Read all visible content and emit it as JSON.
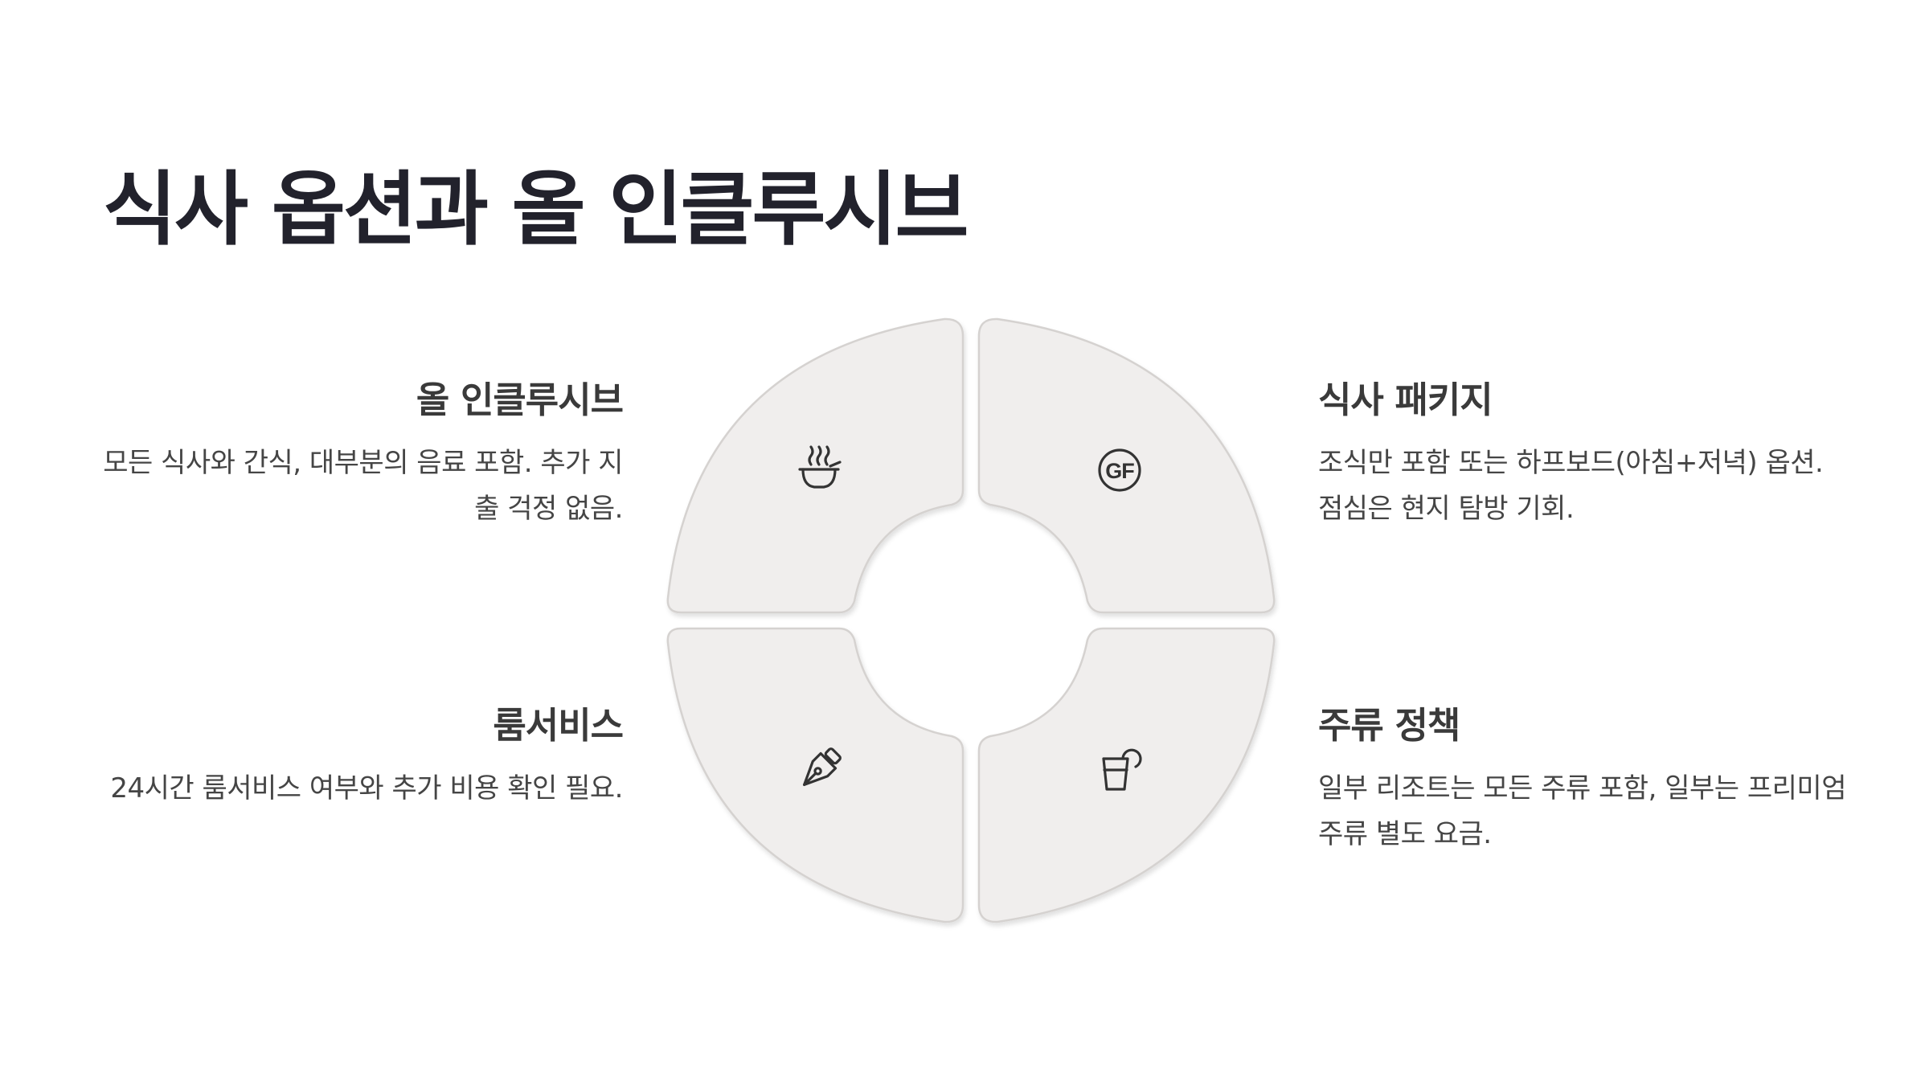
{
  "title": "식사 옵션과 올 인클루시브",
  "items": [
    {
      "position": "top-left",
      "title": "올 인클루시브",
      "description": "모든 식사와 간식, 대부분의 음료 포함. 추가 지출 걱정 없음.",
      "icon": "bowl-icon"
    },
    {
      "position": "top-right",
      "title": "식사 패키지",
      "description": "조식만 포함 또는 하프보드(아침+저녁) 옵션. 점심은 현지 탐방 기회.",
      "icon": "gf-icon"
    },
    {
      "position": "bottom-left",
      "title": "룸서비스",
      "description": "24시간 룸서비스 여부와 추가 비용 확인 필요.",
      "icon": "pen-icon"
    },
    {
      "position": "bottom-right",
      "title": "주류 정책",
      "description": "일부 리조트는 모든 주류 포함, 일부는 프리미엄 주류 별도 요금.",
      "icon": "drink-icon"
    }
  ],
  "colors": {
    "segment_fill": "#f0eeed",
    "segment_stroke": "#d5d2d0",
    "icon_stroke": "#333333",
    "title_text": "#22222c",
    "body_text": "#454545"
  }
}
